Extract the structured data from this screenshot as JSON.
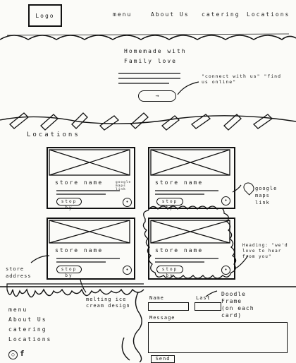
{
  "header": {
    "logo": "Logo",
    "nav": [
      "menu",
      "About Us",
      "catering",
      "Locations"
    ]
  },
  "hero": {
    "title_line1": "Homemade with",
    "title_line2": "Family love",
    "note": "\"connect with us\" \"find us online\""
  },
  "locations": {
    "title": "Locations",
    "cards": [
      {
        "name": "store name",
        "button": "stop by",
        "note": "google maps link"
      },
      {
        "name": "store name",
        "button": "stop by"
      },
      {
        "name": "store name",
        "button": "stop by"
      },
      {
        "name": "store name",
        "button": "stop by"
      }
    ],
    "annotations": {
      "maps_link": "google maps link",
      "store_address": "store address",
      "heading": "Heading: \"we'd love to hear from you\""
    }
  },
  "footer": {
    "nav": [
      "menu",
      "About Us",
      "catering",
      "Locations"
    ],
    "melting_note": "melting ice cream design",
    "doodle_note": "Doodle Frame (on each card)",
    "form": {
      "name_label": "Name",
      "last_label": "Last",
      "message_label": "Message",
      "send_label": "Send"
    }
  }
}
